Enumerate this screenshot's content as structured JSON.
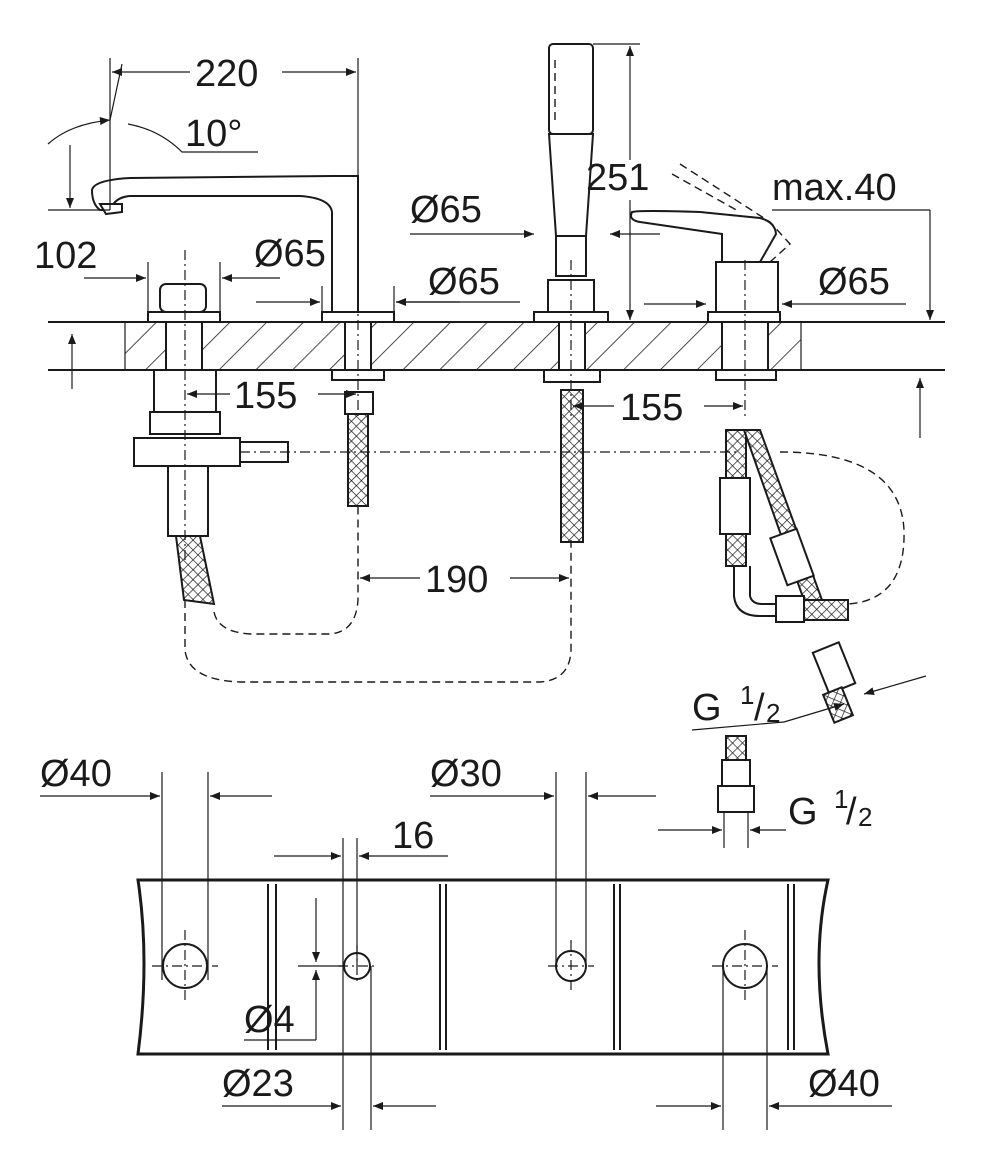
{
  "colors": {
    "ink": "#1a1a1a",
    "background": "#ffffff"
  },
  "top_view": {
    "dimensions": {
      "spout_length": "220",
      "spout_angle": "10°",
      "spout_height": "102",
      "handshower_height": "251",
      "lever_clearance": "max.40",
      "diameter_spout_base": "Ø65",
      "diameter_spout_body": "Ø65",
      "diameter_handshower_left": "Ø65",
      "diameter_handshower_right": "Ø65",
      "diameter_mixer": "Ø65",
      "spacing_left": "155",
      "spacing_right": "155",
      "spacing_middle": "190",
      "thread_g": "G",
      "thread_num": "1",
      "thread_den": "2"
    }
  },
  "bottom_view": {
    "dimensions": {
      "hole_left": "Ø40",
      "hole_middle": "Ø30",
      "pin_offset": "16",
      "pin_hole": "Ø4",
      "pin_drill": "Ø23",
      "hole_right": "Ø40",
      "thread_g": "G",
      "thread_num": "1",
      "thread_den": "2"
    }
  }
}
